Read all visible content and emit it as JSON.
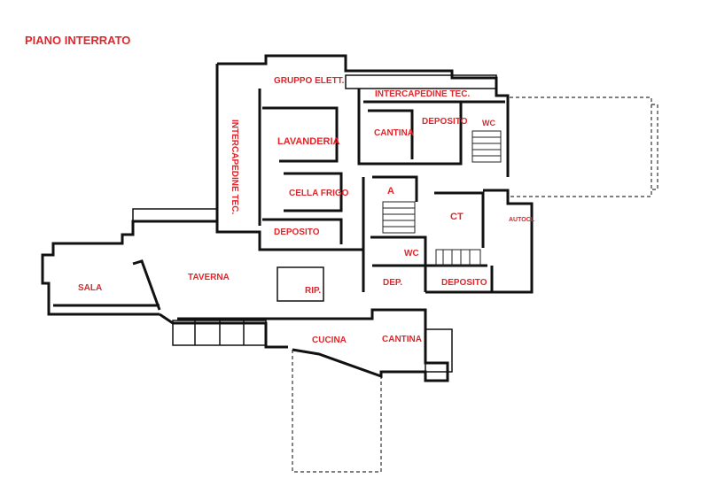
{
  "title": "PIANO INTERRATO",
  "label_color": "#e0262b",
  "rooms": {
    "gruppo_elett": "GRUPPO ELETT.",
    "intercapedine_top": "INTERCAPEDINE TEC.",
    "intercapedine_left": "INTERCAPEDINE TEC.",
    "lavanderia": "LAVANDERIA",
    "cantina_top": "CANTINA",
    "deposito_top": "DEPOSITO",
    "wc_top": "WC",
    "cella_frigo": "CELLA FRIGO",
    "a": "A",
    "deposito_mid": "DEPOSITO",
    "ct": "CT",
    "autocl": "AUTOCL",
    "wc_mid": "WC",
    "sala": "SALA",
    "taverna": "TAVERNA",
    "rip": "RIP.",
    "dep": "DEP.",
    "deposito_right": "DEPOSITO",
    "cucina": "CUCINA",
    "cantina_bottom": "CANTINA"
  }
}
